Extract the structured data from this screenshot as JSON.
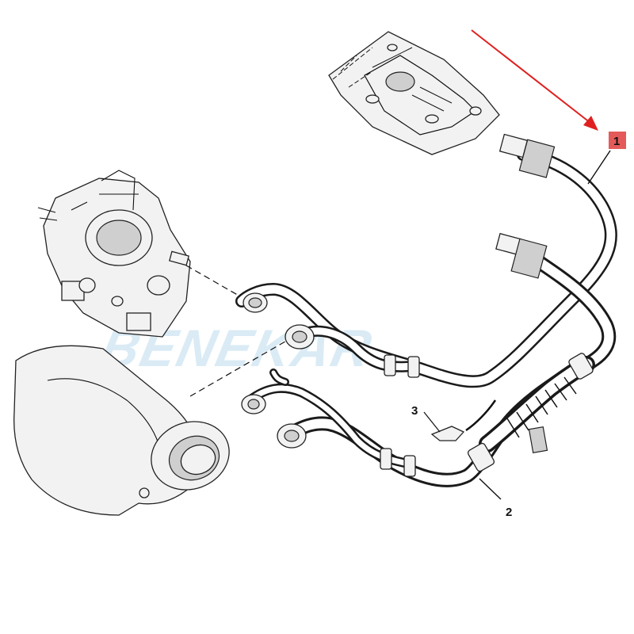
{
  "diagram": {
    "callouts": [
      {
        "id": "1",
        "label": "1",
        "highlight": true
      },
      {
        "id": "2",
        "label": "2",
        "highlight": false
      },
      {
        "id": "3",
        "label": "3",
        "highlight": false
      }
    ],
    "watermark": "BENEKAR",
    "colors": {
      "arrow": "#e02020",
      "highlight_box": "#e45a5a",
      "watermark": "#bcdcee",
      "line": "#111111",
      "part_fill": "#f2f2f2"
    }
  }
}
